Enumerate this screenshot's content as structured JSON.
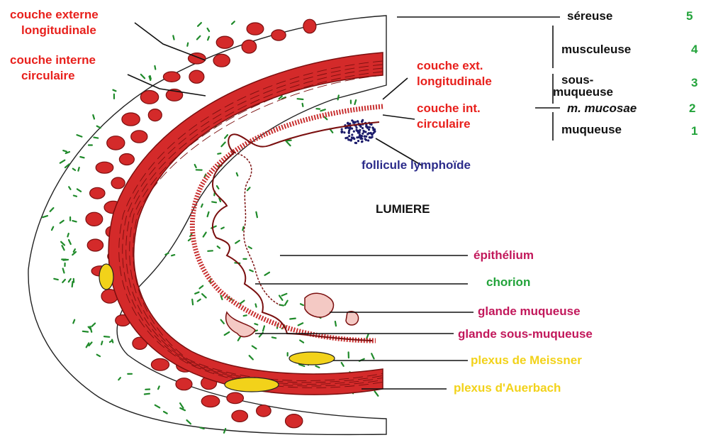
{
  "colors": {
    "muscle": "#d42a2a",
    "muscle_dark": "#7a0f0f",
    "cell_green": "#1f8a2a",
    "follicle": "#1c1c6b",
    "plexus": "#f2d21a",
    "outline": "#222222"
  },
  "labels": {
    "couche_externe_l1": "couche externe",
    "couche_externe_l2": "longitudinale",
    "couche_interne_l1": "couche interne",
    "couche_interne_l2": "circulaire",
    "couche_ext_l1": "couche ext.",
    "couche_ext_l2": "longitudinale",
    "couche_int_l1": "couche int.",
    "couche_int_l2": "circulaire",
    "follicule": "follicule lymphoïde",
    "lumiere": "LUMIERE",
    "epithelium": "épithélium",
    "chorion": "chorion",
    "glande_muqueuse": "glande muqueuse",
    "glande_sous_muqueuse": "glande sous-muqueuse",
    "plexus_meissner": "plexus de Meissner",
    "plexus_auerbach": "plexus d'Auerbach"
  },
  "layers": {
    "sereuse": "séreuse",
    "sereuse_num": "5",
    "musculeuse": "musculeuse",
    "musculeuse_num": "4",
    "sous_l1": "sous-",
    "sous_l2": "muqueuse",
    "sous_num": "3",
    "mucosae": "m. mucosae",
    "mucosae_num": "2",
    "muqueuse": "muqueuse",
    "muqueuse_num": "1"
  }
}
